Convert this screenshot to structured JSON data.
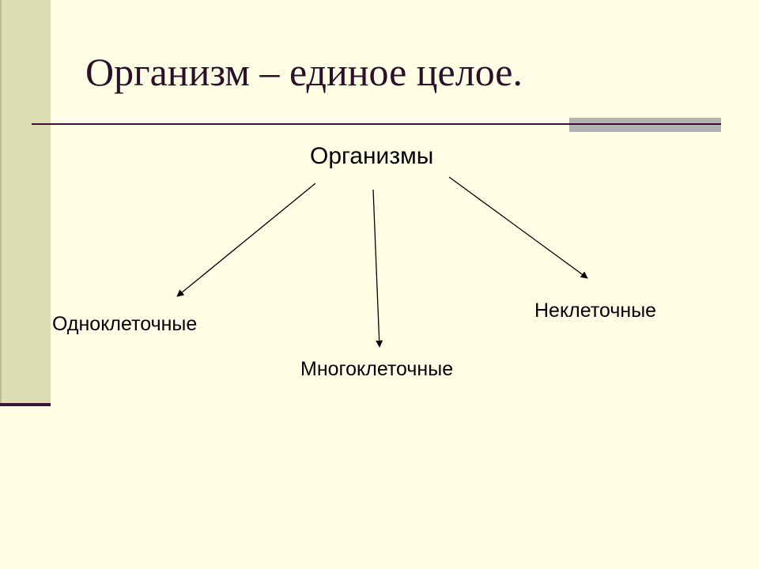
{
  "slide": {
    "title": "Организм – единое целое."
  },
  "diagram": {
    "root": "Организмы",
    "children": [
      {
        "id": "unicellular",
        "label": "Одноклеточные"
      },
      {
        "id": "multicellular",
        "label": "Многоклеточные"
      },
      {
        "id": "noncellular",
        "label": "Неклеточные"
      }
    ]
  },
  "colors": {
    "background": "#FFFFE5",
    "side_band": "#DDDDB3",
    "accent_dark": "#3C1236",
    "accent_gray": "#B3B3B3",
    "title_text": "#2D0F2B",
    "body_text": "#000000"
  }
}
